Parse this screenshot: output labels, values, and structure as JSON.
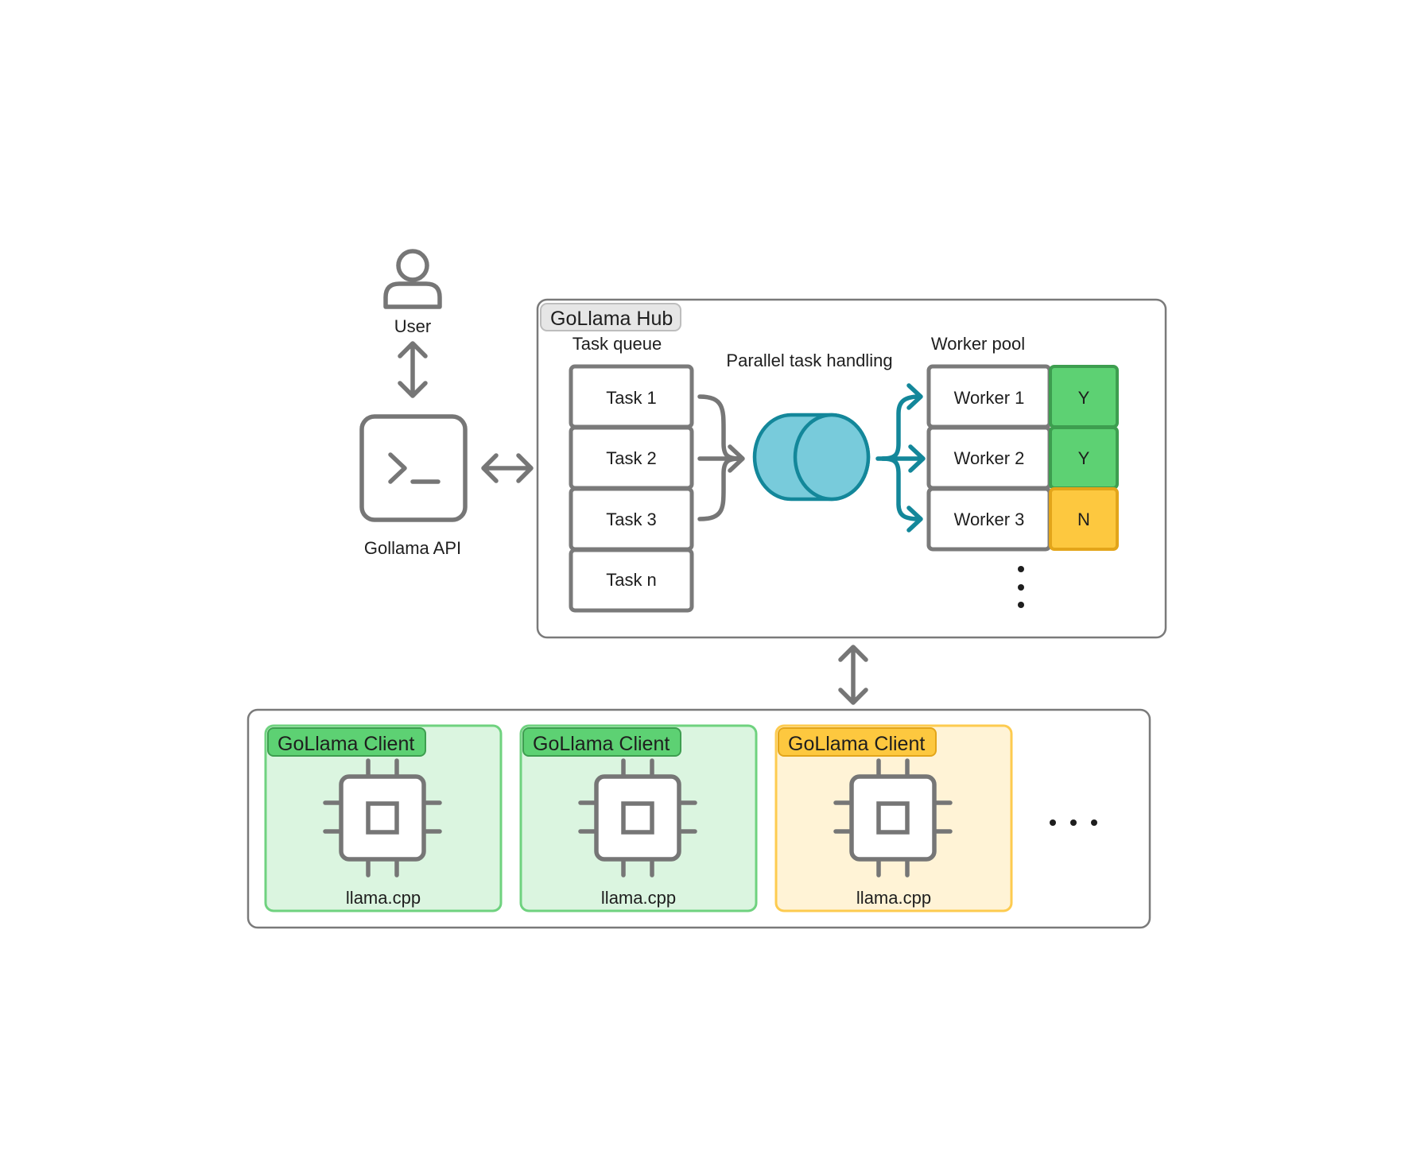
{
  "user": {
    "label": "User",
    "icon": "user-icon"
  },
  "api": {
    "label": "Gollama API",
    "icon": "terminal-icon"
  },
  "hub": {
    "title": "GoLlama Hub",
    "task_queue": {
      "label": "Task queue",
      "tasks": [
        "Task 1",
        "Task 2",
        "Task 3",
        "Task n"
      ]
    },
    "parallel": {
      "label": "Parallel task handling",
      "icon": "cylinder-icon"
    },
    "worker_pool": {
      "label": "Worker pool",
      "workers": [
        {
          "name": "Worker 1",
          "status": "Y"
        },
        {
          "name": "Worker 2",
          "status": "Y"
        },
        {
          "name": "Worker 3",
          "status": "N"
        }
      ]
    }
  },
  "clients": [
    {
      "title": "GoLlama Client",
      "label": "llama.cpp",
      "state": "green"
    },
    {
      "title": "GoLlama Client",
      "label": "llama.cpp",
      "state": "green"
    },
    {
      "title": "GoLlama Client",
      "label": "llama.cpp",
      "state": "yellow"
    }
  ],
  "colors": {
    "green_fill": "#dbf5e0",
    "green_stroke": "#6fd27f",
    "green_tag": "#5dd173",
    "green_tag_stroke": "#3d9e4f",
    "yellow_fill": "#fff3d6",
    "yellow_stroke": "#fdcb4f",
    "yellow_tag": "#fdc83f",
    "yellow_tag_stroke": "#e3a51a",
    "teal": "#13879a",
    "cylinder": "#78cbdb",
    "gray": "#767676"
  }
}
